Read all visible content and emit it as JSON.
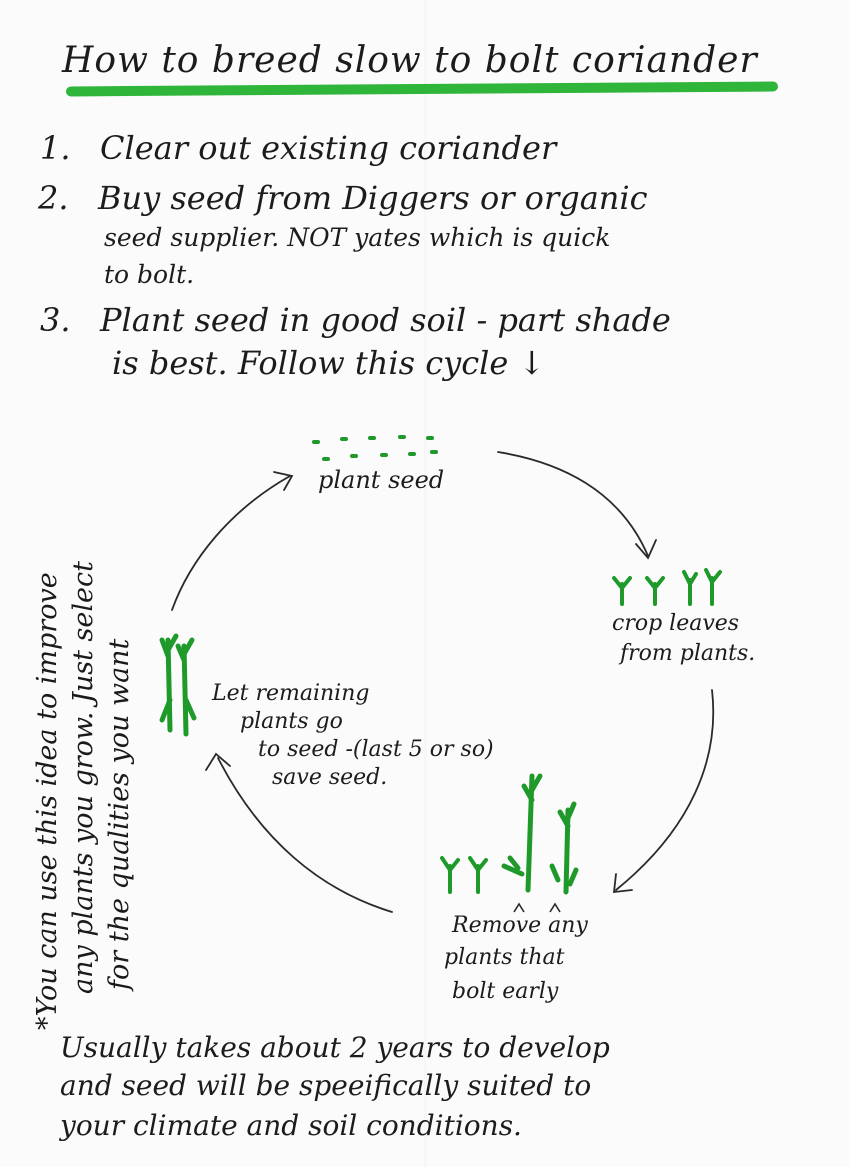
{
  "title": "How to breed slow to bolt coriander",
  "colors": {
    "accent_green": "#2fb53a",
    "plant_green": "#1f9a2a",
    "ink": "#1c1c1c"
  },
  "steps": [
    {
      "number": "1.",
      "lines": [
        "Clear out existing coriander"
      ]
    },
    {
      "number": "2.",
      "lines": [
        "Buy seed from Diggers or organic",
        "seed supplier. NOT yates which is quick",
        "to bolt."
      ]
    },
    {
      "number": "3.",
      "lines": [
        "Plant seed in good soil - part shade",
        "is best. Follow this cycle ↓"
      ]
    }
  ],
  "cycle": {
    "plant_seed": "plant seed",
    "crop_leaves": [
      "crop leaves",
      "from plants."
    ],
    "remove_bolt": [
      "Remove any",
      "plants that",
      "bolt early"
    ],
    "let_remaining": [
      "Let remaining",
      "plants go",
      "to seed -(last 5 or so)",
      "save seed."
    ]
  },
  "side_note": [
    "*You can use this idea to improve",
    "any plants you grow. Just select",
    "for the qualities you want"
  ],
  "footer": [
    "Usually takes about 2 years to develop",
    "and seed will be speeifically suited to",
    "your climate and soil conditions."
  ],
  "icons": [
    "seed-dots-icon",
    "seedling-icon",
    "bolting-plant-icon",
    "mature-plant-icon",
    "cycle-arrow-icon"
  ]
}
